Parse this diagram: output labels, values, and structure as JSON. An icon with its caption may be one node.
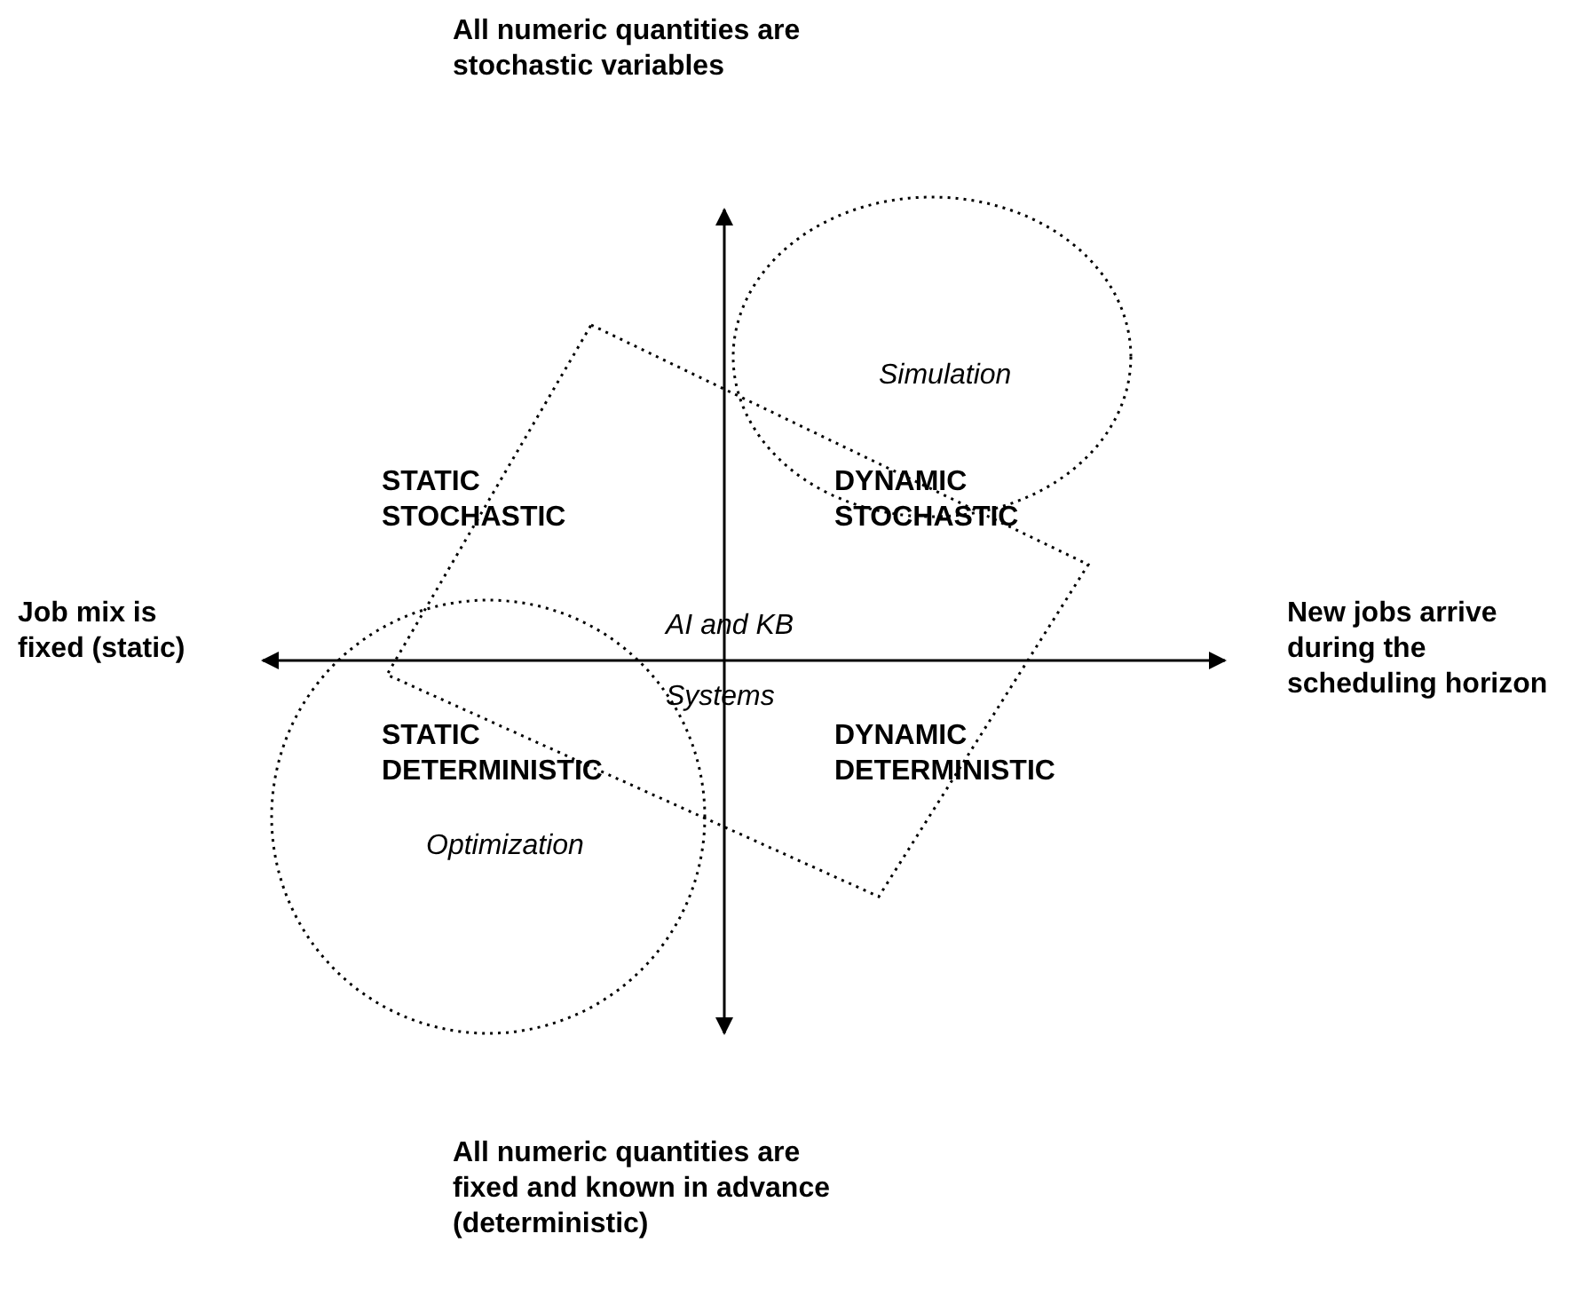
{
  "diagram": {
    "nodes": [
      {
        "text": [
          "Simulation"
        ]
      },
      {
        "text": [
          "AI and KB Systems"
        ]
      },
      {
        "text": [
          "Optimization"
        ]
      }
    ],
    "edges": [],
    "labels": [
      "All numeric quantities are stochastic variables",
      "STATIC STOCHASTIC",
      "DYNAMIC STOCHASTIC",
      "Job mix is fixed (static)",
      "New jobs arrive during the scheduling horizon",
      "STATIC DETERMINISTIC",
      "DYNAMIC DETERMINISTIC",
      "All numeric quantities are fixed and known in advance (deterministic)"
    ]
  }
}
